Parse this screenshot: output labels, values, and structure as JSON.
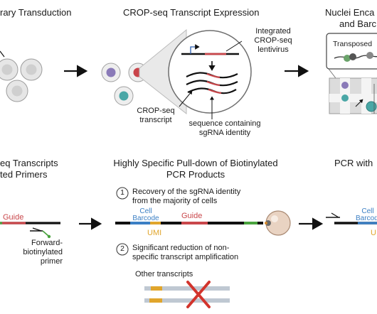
{
  "headings": {
    "library_transduction": "rary Transduction",
    "cropseq_expression": "CROP-seq Transcript Expression",
    "nuclei_line1": "Nuclei Enca",
    "nuclei_line2": "and Barc",
    "seq_transcripts_line1": "eq Transcripts",
    "seq_transcripts_line2": "ted Primers",
    "pulldown_line1": "Highly Specific Pull-down of Biotinylated",
    "pulldown_line2": "PCR Products",
    "pcr_with": "PCR with"
  },
  "labels": {
    "integrated_line1": "Integrated",
    "integrated_line2": "CROP-seq",
    "integrated_line3": "lentivirus",
    "cropseq_transcript_line1": "CROP-seq",
    "cropseq_transcript_line2": "transcript",
    "sequence_line1": "sequence containing",
    "sequence_line2": "sgRNA identity",
    "transposed": "Transposed",
    "guide_left": "Guide",
    "forward_line1": "Forward-",
    "forward_line2": "biotinylated",
    "forward_line3": "primer",
    "step1_number": "1",
    "step1_line1": "Recovery of the sgRNA identity",
    "step1_line2": "from the majority of cells",
    "cell_barcode_line1": "Cell",
    "cell_barcode_line2": "Barcode",
    "guide_mid": "Guide",
    "umi_mid": "UMI",
    "step2_number": "2",
    "step2_line1": "Significant reduction of non-",
    "step2_line2": "specific transcript amplification",
    "other_transcripts": "Other transcripts",
    "cell_right": "Cell",
    "barcode_right": "Barcode",
    "umi_right": "UI"
  },
  "colors": {
    "guide_red": "#c9474b",
    "umi_orange": "#e0a52c",
    "barcode_blue": "#3b7fc4",
    "green": "#4aa33e",
    "cross_red": "#d2342c",
    "cell_purple": "#8a7ab8",
    "cell_red": "#c9444a",
    "cell_teal": "#4aa7a6"
  }
}
